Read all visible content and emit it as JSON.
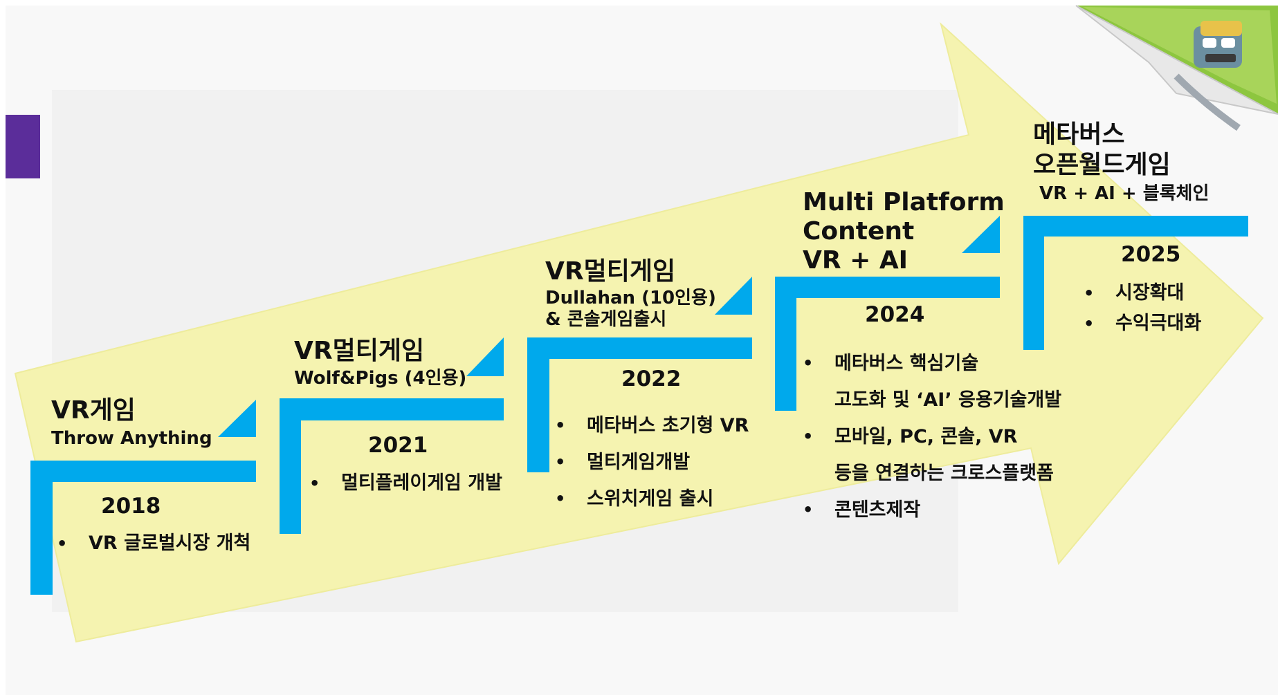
{
  "colors": {
    "arrow_fill": "#F5F3B0",
    "step_blue": "#00A9EC",
    "accent_purple": "#5B2D9A",
    "panel_gray": "#F4F4F4",
    "mascot_green": "#8DC63F"
  },
  "icons": {
    "corner_mascot": "zombie-mascot-icon"
  },
  "stages": [
    {
      "title": "VR게임",
      "subtitle": "Throw Anything",
      "year": "2018",
      "bullets": [
        "VR 글로벌시장 개척"
      ]
    },
    {
      "title": "VR멀티게임",
      "subtitle": "Wolf&Pigs (4인용)",
      "year": "2021",
      "bullets": [
        "멀티플레이게임 개발"
      ]
    },
    {
      "title": "VR멀티게임",
      "subtitle": "Dullahan (10인용)",
      "subtitle2": "& 콘솔게임출시",
      "year": "2022",
      "bullets": [
        "메타버스 초기형 VR",
        "멀티게임개발",
        "스위치게임 출시"
      ]
    },
    {
      "title_lines": [
        "Multi Platform",
        "Content",
        "VR + AI"
      ],
      "year": "2024",
      "bullets": [
        {
          "text": "메타버스 핵심기술",
          "cont": "고도화 및  ‘AI’ 응용기술개발"
        },
        {
          "text": "모바일, PC, 콘솔, VR",
          "cont": "등을 연결하는 크로스플랫폼"
        },
        {
          "text": "콘텐츠제작"
        }
      ]
    },
    {
      "title_lines": [
        "메타버스",
        "오픈월드게임"
      ],
      "subtitle": "VR + AI + 블록체인",
      "year": "2025",
      "bullets": [
        "시장확대",
        "수익극대화"
      ]
    }
  ]
}
